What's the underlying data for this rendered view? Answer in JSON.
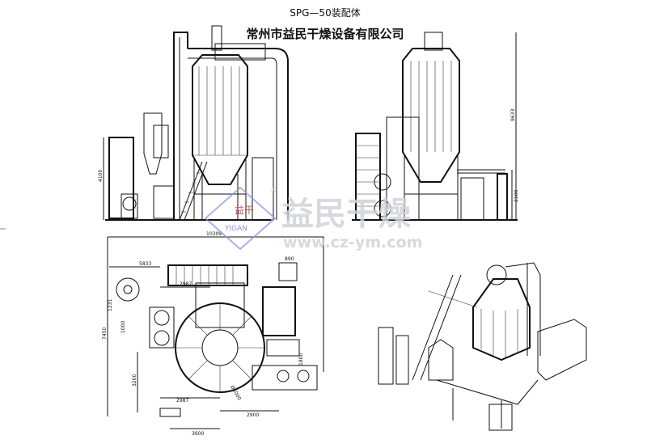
{
  "drawing": {
    "title": "SPG—50装配体",
    "company": "常州市益民干燥设备有限公司"
  },
  "front_elevation": {
    "height_dim": "4100"
  },
  "side_elevation": {
    "total_height_dim": "9633",
    "tank_height_dim": "2100"
  },
  "plan_view": {
    "dims": {
      "overall_width": "10309",
      "overall_depth": "7450",
      "top_left": "5833",
      "mid_top": "2987",
      "cyclone_offset": "1231",
      "filter_offset": "1000",
      "lower_left": "3200",
      "bottom_mid": "2987",
      "bottom_right": "2900",
      "bottom": "3600",
      "fan": "890",
      "tank": "1800",
      "diameter": "Ø5000"
    }
  },
  "watermark": {
    "brand_cn": "益民干燥",
    "brand_en": "YIGAN",
    "url": "www.cz-ym.com",
    "registered": "®"
  },
  "colors": {
    "line": "#111111",
    "watermark_gray": "#cfd3d8",
    "logo_blue": "#8a93d8",
    "logo_red": "#c03030"
  }
}
